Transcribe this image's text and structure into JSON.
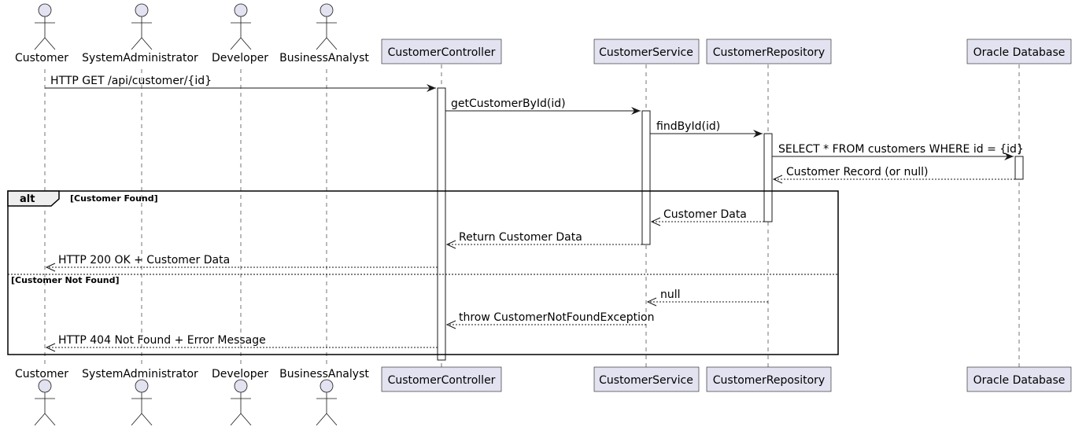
{
  "participants": [
    {
      "label": "Customer",
      "kind": "actor"
    },
    {
      "label": "SystemAdministrator",
      "kind": "actor"
    },
    {
      "label": "Developer",
      "kind": "actor"
    },
    {
      "label": "BusinessAnalyst",
      "kind": "actor"
    },
    {
      "label": "CustomerController",
      "kind": "participant"
    },
    {
      "label": "CustomerService",
      "kind": "participant"
    },
    {
      "label": "CustomerRepository",
      "kind": "participant"
    },
    {
      "label": "Oracle Database",
      "kind": "participant"
    }
  ],
  "messages": [
    {
      "label": "HTTP GET /api/customer/{id}",
      "from": "Customer",
      "to": "CustomerController",
      "style": "solid"
    },
    {
      "label": "getCustomerById(id)",
      "from": "CustomerController",
      "to": "CustomerService",
      "style": "solid"
    },
    {
      "label": "findById(id)",
      "from": "CustomerService",
      "to": "CustomerRepository",
      "style": "solid"
    },
    {
      "label": "SELECT * FROM customers WHERE id = {id}",
      "from": "CustomerRepository",
      "to": "Oracle Database",
      "style": "solid"
    },
    {
      "label": "Customer Record (or null)",
      "from": "Oracle Database",
      "to": "CustomerRepository",
      "style": "dashed"
    },
    {
      "label": "Customer Data",
      "from": "CustomerRepository",
      "to": "CustomerService",
      "style": "dashed"
    },
    {
      "label": "Return Customer Data",
      "from": "CustomerService",
      "to": "CustomerController",
      "style": "dashed"
    },
    {
      "label": "HTTP 200 OK + Customer Data",
      "from": "CustomerController",
      "to": "Customer",
      "style": "dashed"
    },
    {
      "label": "null",
      "from": "CustomerRepository",
      "to": "CustomerService",
      "style": "dashed"
    },
    {
      "label": "throw CustomerNotFoundException",
      "from": "CustomerService",
      "to": "CustomerController",
      "style": "dashed"
    },
    {
      "label": "HTTP 404 Not Found + Error Message",
      "from": "CustomerController",
      "to": "Customer",
      "style": "dashed"
    }
  ],
  "alt_frame": {
    "keyword": "alt",
    "guard_1": "[Customer Found]",
    "guard_2": "[Customer Not Found]"
  },
  "colors": {
    "participant_fill": "#E2E2F0",
    "stroke": "#181818"
  }
}
